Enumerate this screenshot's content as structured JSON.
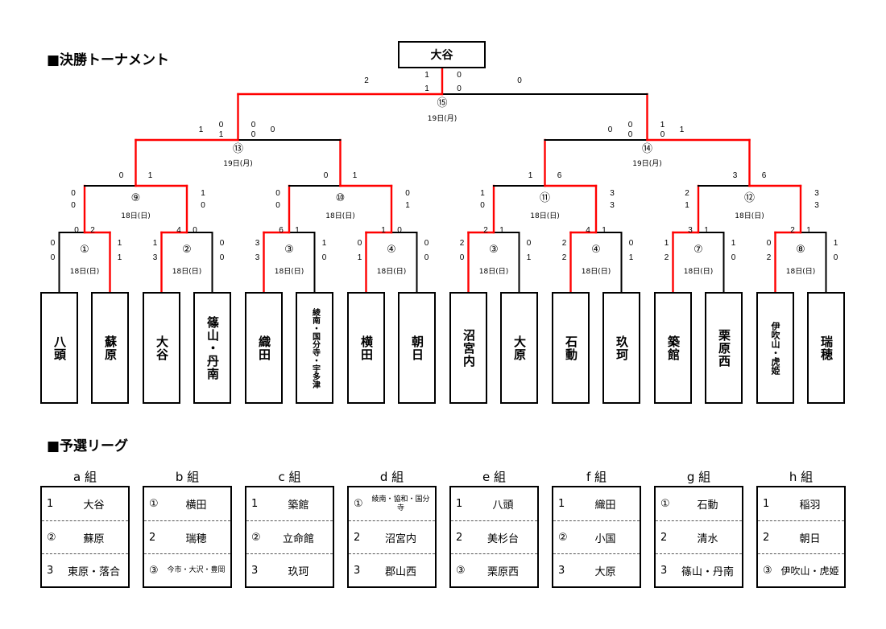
{
  "titles": {
    "tournament": "■決勝トーナメント",
    "league": "■予選リーグ"
  },
  "colors": {
    "winner_line": "#ff0000",
    "line": "#000000"
  },
  "champion": "大谷",
  "teams": [
    "八頭",
    "蘇原",
    "大谷",
    "篠山・丹南",
    "織田",
    "綾南・国分寺・宇多津",
    "横田",
    "朝日",
    "沼宮内",
    "大原",
    "石動",
    "玖珂",
    "築館",
    "栗原西",
    "伊吹山・虎姫",
    "瑞穂"
  ],
  "first_round": [
    {
      "no": "①",
      "date": "18日(日)",
      "top": [
        "0",
        "2"
      ],
      "side_left": [
        "0",
        "0"
      ],
      "side_right": [
        "1",
        "1"
      ],
      "winner": "right"
    },
    {
      "no": "②",
      "date": "18日(日)",
      "top": [
        "4",
        "0"
      ],
      "side_left": [
        "1",
        "3"
      ],
      "side_right": [
        "0",
        "0"
      ],
      "winner": "left"
    },
    {
      "no": "③",
      "date": "18日(日)",
      "top": [
        "6",
        "1"
      ],
      "side_left": [
        "3",
        "3"
      ],
      "side_right": [
        "1",
        "0"
      ],
      "winner": "left"
    },
    {
      "no": "④",
      "date": "18日(日)",
      "top": [
        "1",
        "0"
      ],
      "side_left": [
        "0",
        "1"
      ],
      "side_right": [
        "0",
        "0"
      ],
      "winner": "left"
    },
    {
      "no": "③",
      "date": "18日(日)",
      "top": [
        "2",
        "1"
      ],
      "side_left": [
        "2",
        "0"
      ],
      "side_right": [
        "0",
        "1"
      ],
      "winner": "left"
    },
    {
      "no": "④",
      "date": "18日(日)",
      "top": [
        "4",
        "1"
      ],
      "side_left": [
        "2",
        "2"
      ],
      "side_right": [
        "0",
        "1"
      ],
      "winner": "left"
    },
    {
      "no": "⑦",
      "date": "18日(日)",
      "top": [
        "3",
        "1"
      ],
      "side_left": [
        "1",
        "2"
      ],
      "side_right": [
        "1",
        "0"
      ],
      "winner": "left"
    },
    {
      "no": "⑧",
      "date": "18日(日)",
      "top": [
        "2",
        "1"
      ],
      "side_left": [
        "0",
        "2"
      ],
      "side_right": [
        "1",
        "0"
      ],
      "winner": "left"
    }
  ],
  "second_round": [
    {
      "no": "⑨",
      "date": "18日(日)",
      "top": [
        "0",
        "1"
      ],
      "side_left": [
        "0",
        "0"
      ],
      "side_right": [
        "1",
        "0"
      ],
      "winner": "right"
    },
    {
      "no": "⑩",
      "date": "18日(日)",
      "top": [
        "0",
        "1"
      ],
      "side_left": [
        "0",
        "0"
      ],
      "side_right": [
        "0",
        "1"
      ],
      "winner": "right"
    },
    {
      "no": "⑪",
      "date": "18日(日)",
      "top": [
        "1",
        "6"
      ],
      "side_left": [
        "1",
        "0"
      ],
      "side_right": [
        "3",
        "3"
      ],
      "winner": "right"
    },
    {
      "no": "⑫",
      "date": "18日(日)",
      "top": [
        "3",
        "6"
      ],
      "side_left": [
        "2",
        "1"
      ],
      "side_right": [
        "3",
        "3"
      ],
      "winner": "right"
    }
  ],
  "semi_finals": [
    {
      "no": "⑬",
      "date": "19日(月)",
      "outer_left": "1",
      "inner_left": [
        "0",
        "1"
      ],
      "inner_right": [
        "0",
        "0"
      ],
      "outer_right": "0",
      "winner": "left"
    },
    {
      "no": "⑭",
      "date": "19日(月)",
      "outer_left": "0",
      "inner_left": [
        "0",
        "0"
      ],
      "inner_right": [
        "1",
        "0"
      ],
      "outer_right": "1",
      "winner": "right"
    }
  ],
  "final": {
    "no": "⑮",
    "date": "19日(月)",
    "outer_left": "2",
    "inner_left": [
      "1",
      "1"
    ],
    "inner_right": [
      "0",
      "0"
    ],
    "outer_right": "0",
    "winner": "left"
  },
  "groups": [
    {
      "name": "a 組",
      "rows": [
        {
          "rank": "1",
          "team": "大谷"
        },
        {
          "rank": "②",
          "team": "蘇原"
        },
        {
          "rank": "3",
          "team": "東原・落合"
        }
      ]
    },
    {
      "name": "b 組",
      "rows": [
        {
          "rank": "①",
          "team": "横田"
        },
        {
          "rank": "2",
          "team": "瑞穂"
        },
        {
          "rank": "③",
          "team": "今市・大沢・豊岡"
        }
      ]
    },
    {
      "name": "c 組",
      "rows": [
        {
          "rank": "1",
          "team": "築館"
        },
        {
          "rank": "②",
          "team": "立命館"
        },
        {
          "rank": "3",
          "team": "玖珂"
        }
      ]
    },
    {
      "name": "d 組",
      "rows": [
        {
          "rank": "①",
          "team": "綾南・協和・国分寺"
        },
        {
          "rank": "2",
          "team": "沼宮内"
        },
        {
          "rank": "3",
          "team": "郡山西"
        }
      ]
    },
    {
      "name": "e 組",
      "rows": [
        {
          "rank": "1",
          "team": "八頭"
        },
        {
          "rank": "2",
          "team": "美杉台"
        },
        {
          "rank": "③",
          "team": "栗原西"
        }
      ]
    },
    {
      "name": "f 組",
      "rows": [
        {
          "rank": "1",
          "team": "織田"
        },
        {
          "rank": "②",
          "team": "小国"
        },
        {
          "rank": "3",
          "team": "大原"
        }
      ]
    },
    {
      "name": "g 組",
      "rows": [
        {
          "rank": "①",
          "team": "石動"
        },
        {
          "rank": "2",
          "team": "清水"
        },
        {
          "rank": "3",
          "team": "篠山・丹南"
        }
      ]
    },
    {
      "name": "h 組",
      "rows": [
        {
          "rank": "1",
          "team": "稲羽"
        },
        {
          "rank": "2",
          "team": "朝日"
        },
        {
          "rank": "③",
          "team": "伊吹山・虎姫"
        }
      ]
    }
  ]
}
